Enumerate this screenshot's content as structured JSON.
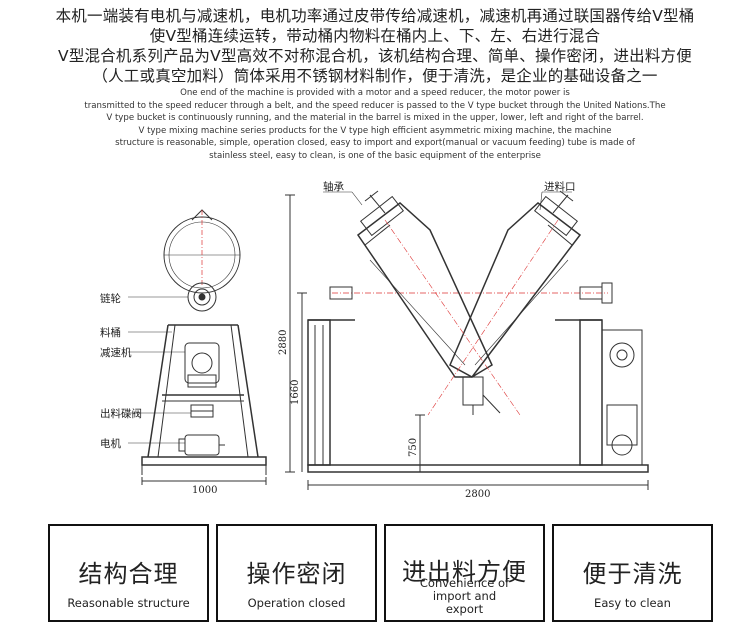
{
  "intro": {
    "cn_lines": [
      "本机一端装有电机与减速机，电机功率通过皮带传给减速机，减速机再通过联国器传给V型桶",
      "使V型桶连续运转，带动桶内物料在桶内上、下、左、右进行混合",
      "V型混合机系列产品为V型高效不对称混合机，该机结构合理、简单、操作密闭，进出料方便",
      "（人工或真空加料）筒体采用不锈钢材料制作，便于清洗，是企业的基础设备之一"
    ],
    "en_lines": [
      "One end of the machine is provided with a motor and a speed reducer, the motor power is",
      "transmitted to the speed reducer through a belt, and the speed reducer is passed to the V type bucket through the United Nations.The",
      "V type bucket is continuously running, and the material in the barrel is mixed in the upper, lower, left and right of the barrel.",
      "V type mixing machine series products for the V type high efficient asymmetric mixing machine, the machine",
      "structure is reasonable, simple, operation closed, easy to import and export(manual or vacuum feeding) tube is made of",
      "stainless steel, easy to clean, is one of the basic equipment of the enterprise"
    ]
  },
  "diagram": {
    "labels": {
      "sprocket": "链轮",
      "barrel": "料桶",
      "reducer": "减速机",
      "butterfly_valve": "出料碟阀",
      "motor": "电机",
      "bearing": "轴承",
      "inlet": "进料口"
    },
    "dimensions": {
      "side_width": "1000",
      "front_width": "2800",
      "total_height": "2880",
      "axis_height": "1660",
      "outlet_height": "750"
    }
  },
  "features": [
    {
      "title": "结构合理",
      "subtitle": "Reasonable structure"
    },
    {
      "title": "操作密闭",
      "subtitle": "Operation closed"
    },
    {
      "title": "进出料方便",
      "subtitle": "Convenience of import and export"
    },
    {
      "title": "便于清洗",
      "subtitle": "Easy to clean"
    }
  ]
}
